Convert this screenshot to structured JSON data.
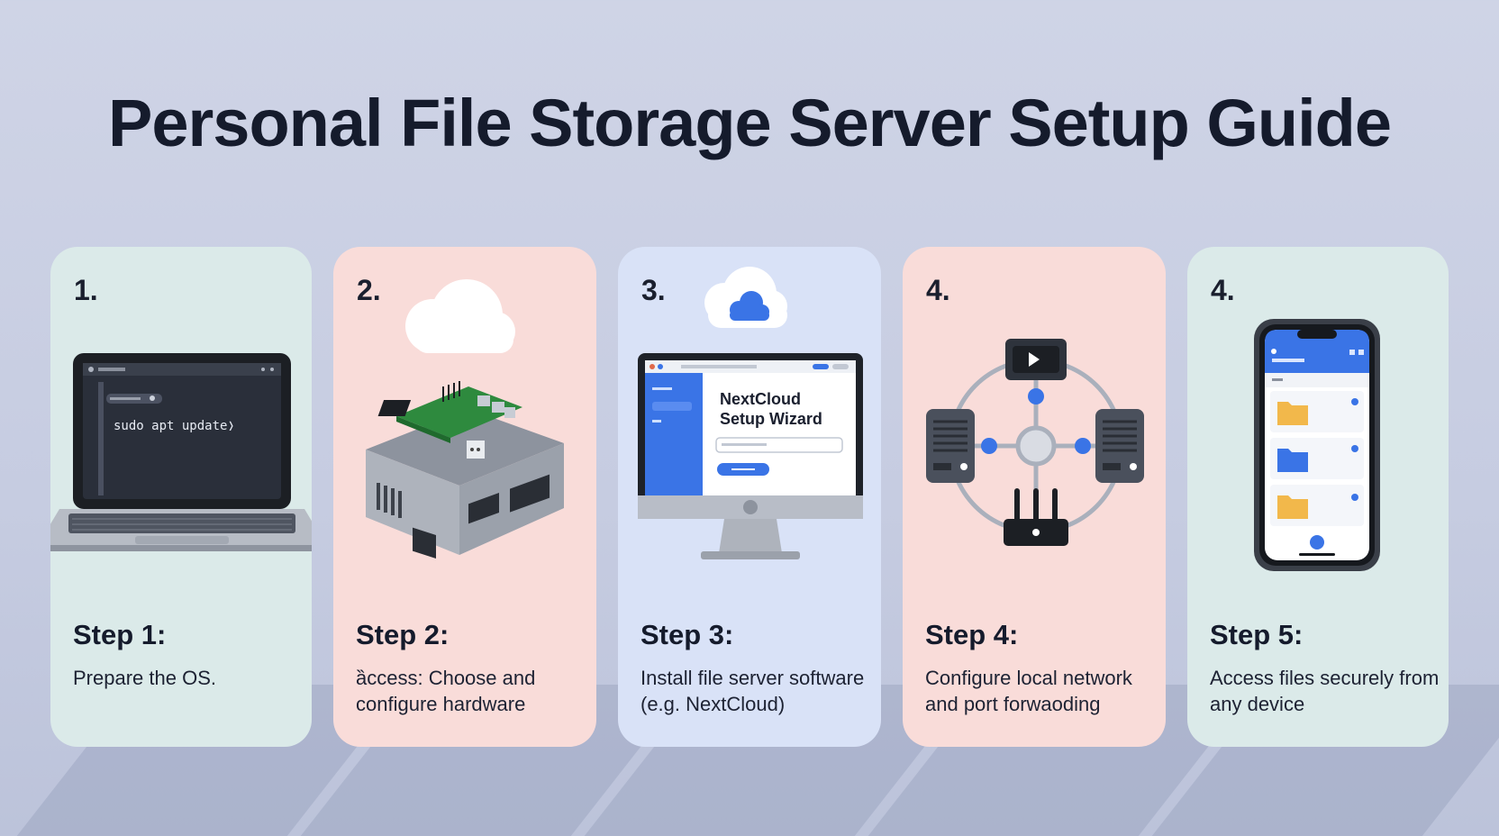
{
  "title": "Personal File Storage Server Setup Guide",
  "steps": [
    {
      "number": "1.",
      "title": "Step 1:",
      "description": "Prepare the OS.",
      "illustration": "laptop-terminal",
      "terminal_command": "sudo apt update❭"
    },
    {
      "number": "2.",
      "title": "Step 2:",
      "description": "ȁccess: Choose and configure hardware",
      "illustration": "single-board-computer-with-cloud"
    },
    {
      "number": "3.",
      "title": "Step 3:",
      "description": "Install file server software (e.g. NextCloud)",
      "illustration": "monitor-setup-wizard",
      "wizard_title_line1": "NextCloud",
      "wizard_title_line2": "Setup Wizard"
    },
    {
      "number": "4.",
      "title": "Step 4:",
      "description": "Configure local network and port forwaoding",
      "illustration": "network-router-servers"
    },
    {
      "number": "4.",
      "title": "Step 5:",
      "description": "Access files securely from any device",
      "illustration": "phone-file-browser"
    }
  ],
  "colors": {
    "background": "#c9cfe3",
    "card_mint": "#dbeae9",
    "card_pink": "#f9dcd9",
    "card_blue": "#d9e2f7",
    "accent_blue": "#3a74e6",
    "folder_yellow": "#f2b84b",
    "text_dark": "#151b2c"
  }
}
